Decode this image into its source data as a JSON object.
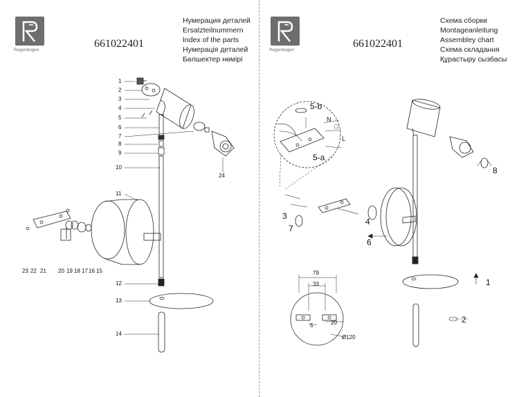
{
  "left": {
    "logo_text": "Regenbogen",
    "model": "661022401",
    "titles": [
      "Нумерация деталей",
      "Ersatzteilnummern",
      "Index of the parts",
      "Нумерація деталей",
      "Бөлшектер нөмірі"
    ],
    "part_labels": [
      "1",
      "2",
      "3",
      "4",
      "5",
      "6",
      "7",
      "8",
      "9",
      "10",
      "11",
      "12",
      "13",
      "14",
      "24"
    ],
    "bottom_labels": [
      "23",
      "22",
      "21",
      "20",
      "19",
      "18",
      "17",
      "16",
      "15"
    ]
  },
  "right": {
    "logo_text": "Regenbogen",
    "model": "661022401",
    "titles": [
      "Схема сборки",
      "Montageanleitung",
      "Assembley chart",
      "Схема складання",
      "Құрастыру сызбасы"
    ],
    "steps": {
      "s5b": "5-b",
      "s5a": "5-a",
      "N": "N",
      "L": "L",
      "s3": "3",
      "s4": "4",
      "s6": "6",
      "s7": "7",
      "s8": "8",
      "s1": "1",
      "s2": "2"
    },
    "dims": {
      "d79": "79",
      "d33": "33",
      "d5": "5",
      "d20": "20",
      "dia": "Ø120"
    }
  },
  "colors": {
    "line": "#222222",
    "logo": "#6e6e6e",
    "dash": "#999999"
  }
}
